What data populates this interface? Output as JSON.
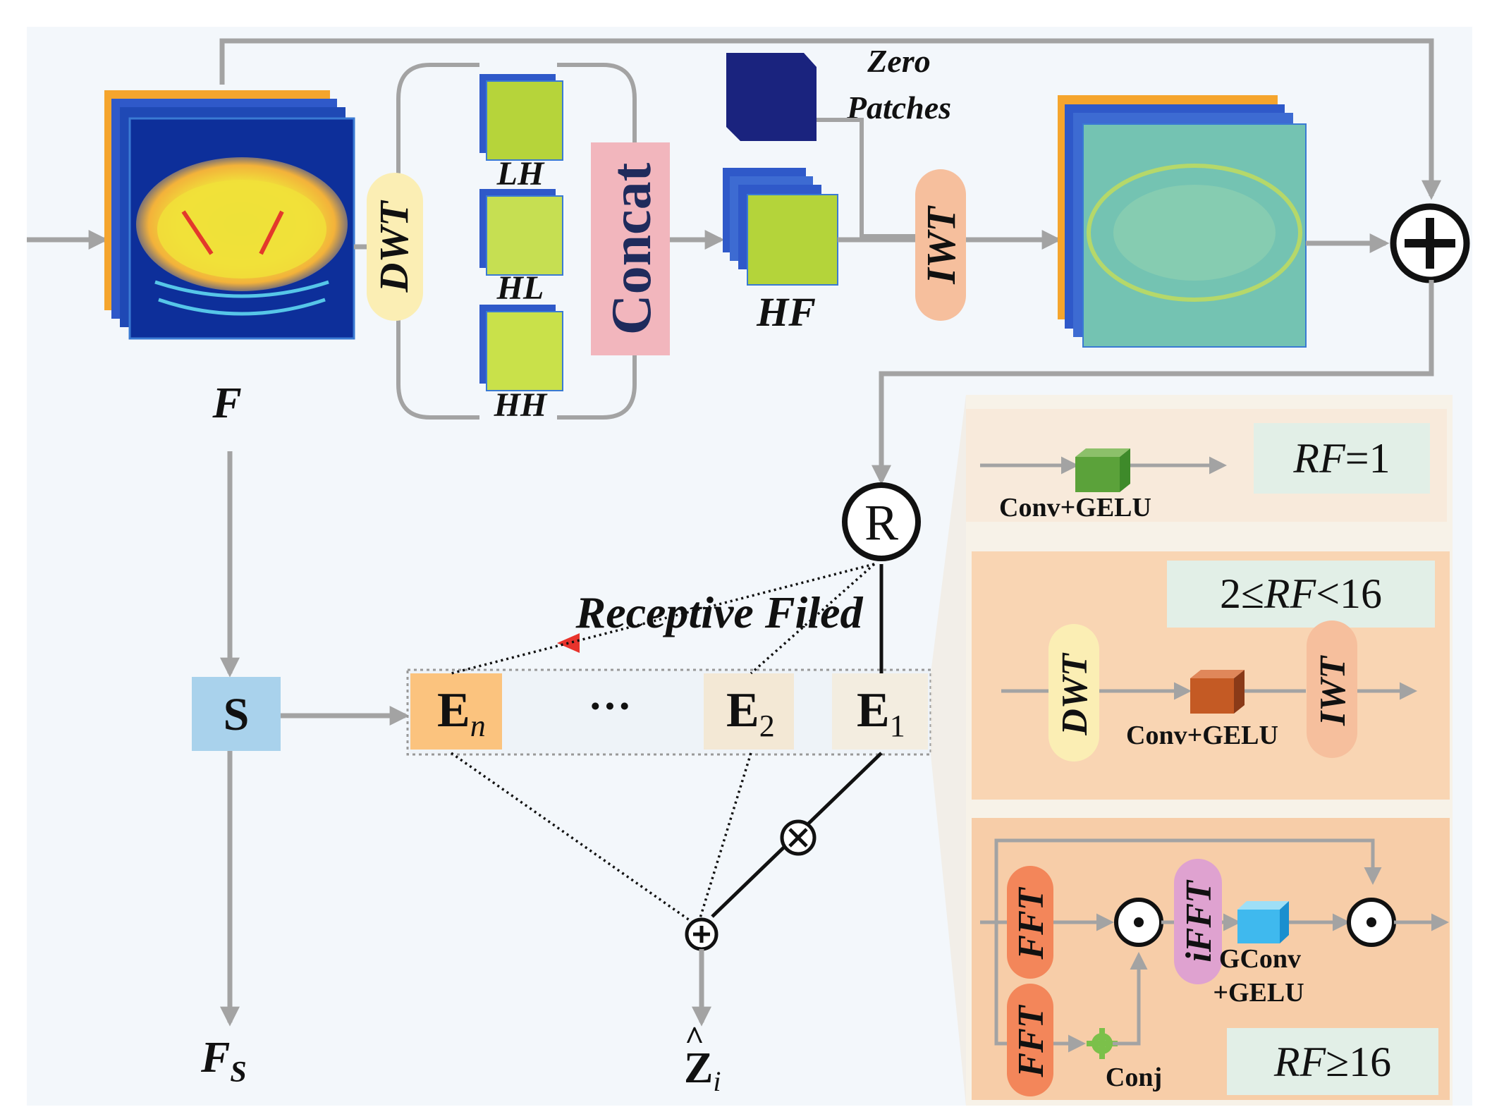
{
  "labels": {
    "zero_patches_line1": "Zero",
    "zero_patches_line2": "Patches",
    "dwt": "DWT",
    "iwt": "IWT",
    "concat": "Concat",
    "lh": "LH",
    "hl": "HL",
    "hh": "HH",
    "hf": "HF",
    "f": "F",
    "s": "S",
    "fs_main": "F",
    "fs_sub": "S",
    "receptive": "Receptive Filed",
    "r_symbol": "R",
    "e_main": "E",
    "en_sub": "n",
    "e2_sub": "2",
    "e1_sub": "1",
    "ellipsis": "···",
    "z_main": "Z",
    "z_sub": "i",
    "z_hat": "^"
  },
  "panels": {
    "rf1": {
      "conv": "Conv+GELU",
      "rf_prefix": "",
      "rf_var": "RF",
      "rf_suffix": "=1"
    },
    "rf2": {
      "dwt": "DWT",
      "iwt": "IWT",
      "conv": "Conv+GELU",
      "rf_prefix": "2≤",
      "rf_var": "RF",
      "rf_suffix": "<16"
    },
    "rf3": {
      "fft1": "FFT",
      "fft2": "FFT",
      "ifft": "iFFT",
      "gconv1": "GConv",
      "gconv2": "+GELU",
      "conj": "Conj",
      "rf_prefix": "",
      "rf_var": "RF",
      "rf_suffix": "≥16"
    }
  },
  "colors": {
    "arrow_gray": "#a3a3a3",
    "dwt_yellow": "#fbeeb4",
    "iwt_peach": "#f6bf9d",
    "concat_pink": "#f2b6bd",
    "s_blue": "#a9d2ec",
    "en_orange": "#fbc37e",
    "e_beige": "#f3e8d5",
    "panel_rf1": "#f8eadb",
    "panel_rf2": "#f9d5b3",
    "panel_rf3": "#f7cda8",
    "rf_box": "#e2efe7",
    "fft_orange": "#f3865a",
    "ifft_pink": "#dfa2d0",
    "navy_text": "#1f2b5c",
    "red_arrow": "#e8332c"
  },
  "icons": [
    "plus-circle-icon",
    "r-circle-icon",
    "multiply-circle-icon",
    "small-plus-circle-icon",
    "dot-circle-icon",
    "gear-icon",
    "cube-icon"
  ]
}
